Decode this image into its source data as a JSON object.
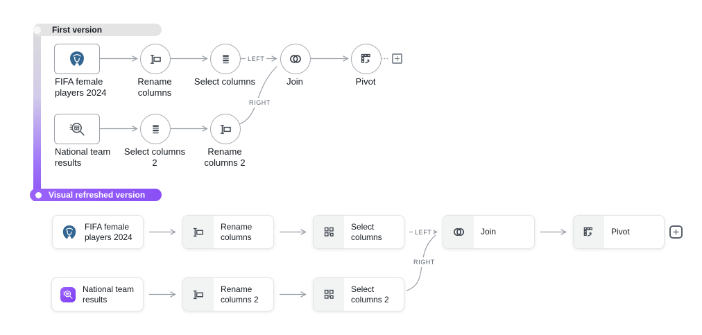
{
  "legend": {
    "first": "First version",
    "refreshed": "Visual refreshed version"
  },
  "edge_labels": {
    "left": "LEFT",
    "right": "RIGHT"
  },
  "first_version": {
    "fifa": "FIFA female players 2024",
    "rename": "Rename columns",
    "select": "Select columns",
    "join": "Join",
    "pivot": "Pivot",
    "national": "National team results",
    "select2": "Select columns 2",
    "rename2": "Rename columns 2"
  },
  "refreshed_version": {
    "fifa": "FIFA female players 2024",
    "rename": "Rename columns",
    "select": "Select columns",
    "join": "Join",
    "pivot": "Pivot",
    "national": "National team results",
    "rename2": "Rename columns 2",
    "select2": "Select columns 2"
  },
  "icons": {
    "dataset_fifa": "postgresql-icon",
    "dataset_national": "dataset-search-icon",
    "rename": "rename-columns-icon",
    "select_first": "select-columns-rows-icon",
    "select_refreshed": "select-columns-grid-icon",
    "join": "join-venn-icon",
    "pivot": "pivot-table-icon",
    "add": "add-node-icon"
  },
  "colors": {
    "accent_purple": "#8a50f5",
    "pill_gray": "#e4e4e4",
    "postgres_blue": "#336791",
    "card_icon_bg": "#f2f3f3",
    "edge_gray": "#9aa0a8"
  }
}
